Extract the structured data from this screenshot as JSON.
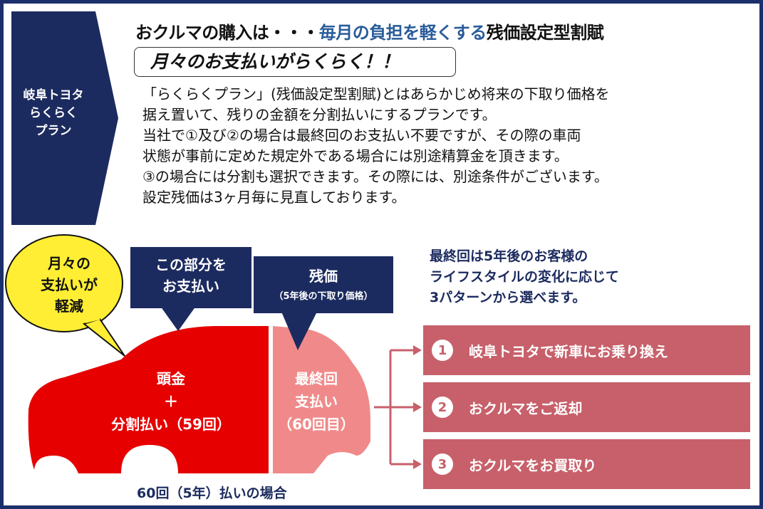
{
  "tag": {
    "lines": [
      "岐阜トヨタ",
      "らくらく",
      "プラン"
    ]
  },
  "headline": {
    "part1": "おクルマの購入は・・・",
    "highlight": "毎月の負担を軽くする",
    "part2": "残価設定型割賦"
  },
  "subtitle": "月々のお支払いがらくらく！！",
  "body_lines": [
    "「らくらくプラン」(残価設定型割賦)とはあらかじめ将来の下取り価格を",
    "据え置いて、残りの金額を分割払いにするプランです。",
    "当社で①及び②の場合は最終回のお支払い不要ですが、その際の車両",
    "状態が事前に定めた規定外である場合には別途精算金を頂きます。",
    "③の場合には分割も選択できます。その際には、別途条件がございます。",
    "設定残価は3ヶ月毎に見直しております。"
  ],
  "bubble": {
    "lines": [
      "月々の",
      "支払いが",
      "軽減"
    ]
  },
  "callout_pay": {
    "lines": [
      "この部分を",
      "お支払い"
    ]
  },
  "callout_residual": {
    "title": "残価",
    "sub": "（5年後の下取り価格）"
  },
  "car": {
    "left_lines": [
      "頭金",
      "＋",
      "分割払い（59回）"
    ],
    "right_lines": [
      "最終回",
      "支払い",
      "（60回目）"
    ]
  },
  "case_label": "60回（5年）払いの場合",
  "final_note": [
    "最終回は5年後のお客様の",
    "ライフスタイルの変化に応じて",
    "3パターンから選べます。"
  ],
  "options": [
    {
      "num": "1",
      "label": "岐阜トヨタで新車にお乗り換え"
    },
    {
      "num": "2",
      "label": "おクルマをご返却"
    },
    {
      "num": "3",
      "label": "おクルマをお買取り"
    }
  ],
  "colors": {
    "navy": "#1c2b5f",
    "red": "#e60000",
    "pink": "#f08a8a",
    "option": "#c7606a",
    "bubble": "#ffee33"
  }
}
